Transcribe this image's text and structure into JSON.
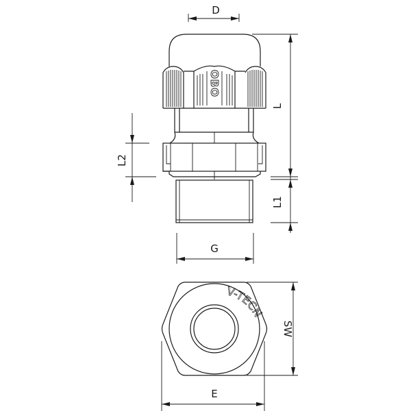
{
  "drawing": {
    "dimensions": {
      "D": "D",
      "L": "L",
      "L1": "L1",
      "L2": "L2",
      "G": "G",
      "SW": "SW",
      "E": "E"
    },
    "brand_marking": "OBO",
    "product_marking": "V-TECN"
  }
}
